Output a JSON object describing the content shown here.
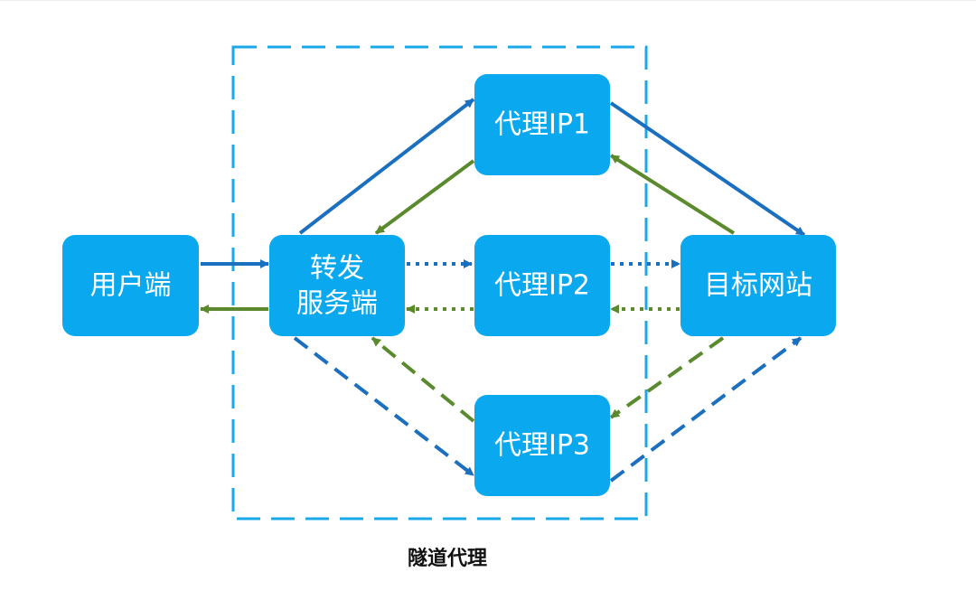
{
  "nodes": {
    "client": "用户端",
    "forwarder_line1": "转发",
    "forwarder_line2": "服务端",
    "proxy1": "代理IP1",
    "proxy2": "代理IP2",
    "proxy3": "代理IP3",
    "target": "目标网站"
  },
  "caption": "隧道代理",
  "colors": {
    "node_fill": "#0AA8EE",
    "request_arrow": "#1A6FBF",
    "response_arrow": "#5B8A2E",
    "boundary": "#1AA8E8"
  }
}
